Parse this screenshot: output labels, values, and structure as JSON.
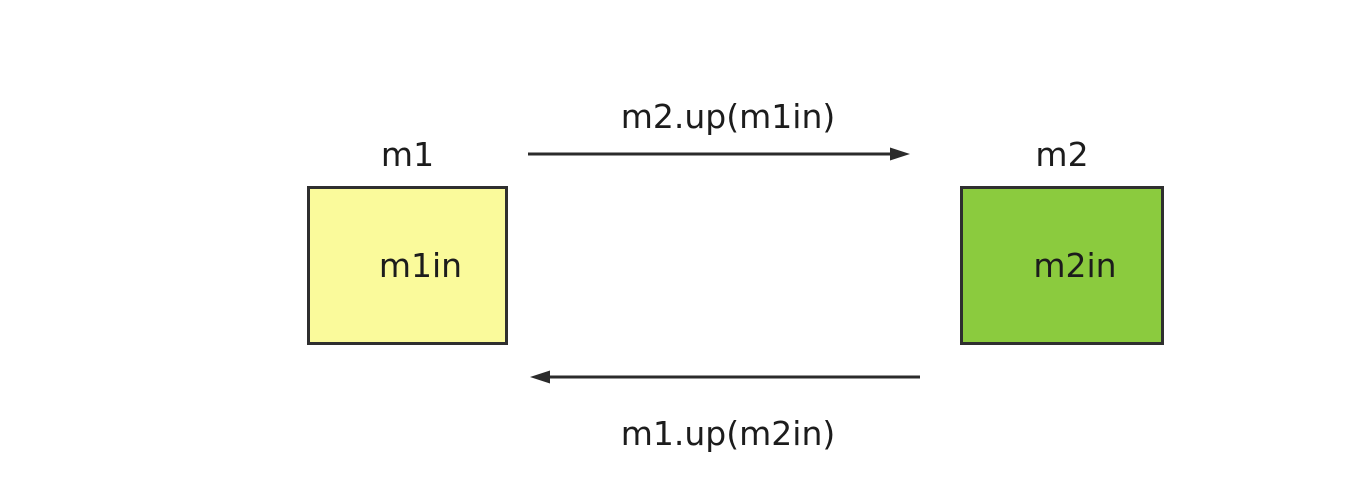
{
  "diagram": {
    "nodes": [
      {
        "id": "m1",
        "title": "m1",
        "label": "m1in"
      },
      {
        "id": "m2",
        "title": "m2",
        "label": "m2in"
      }
    ],
    "arrows": [
      {
        "label": "m2.up(m1in)",
        "direction": "left-to-right"
      },
      {
        "label": "m1.up(m2in)",
        "direction": "right-to-left"
      }
    ]
  },
  "colors": {
    "background": "#ffffff",
    "node1-fill": "#fafa9b",
    "node2-fill": "#8bcb3e",
    "node-border": "#2f2f2f",
    "line": "#2b2b2b",
    "text": "#1c1c1c"
  }
}
